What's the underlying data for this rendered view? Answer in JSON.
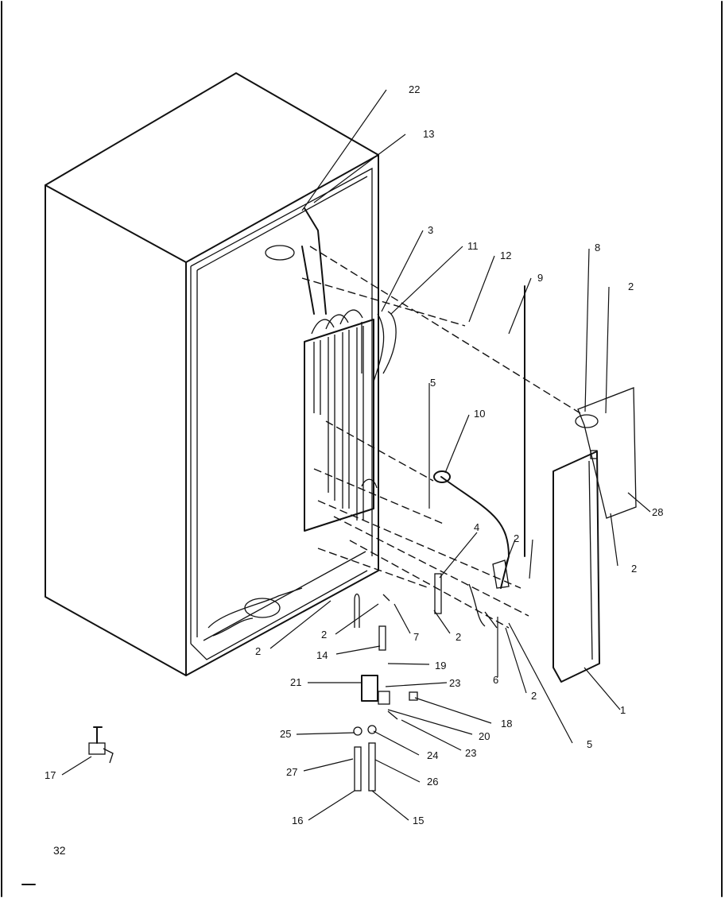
{
  "page_number": "32",
  "callouts": [
    {
      "id": "c22",
      "text": "22"
    },
    {
      "id": "c13",
      "text": "13"
    },
    {
      "id": "c3",
      "text": "3"
    },
    {
      "id": "c11",
      "text": "11"
    },
    {
      "id": "c12",
      "text": "12"
    },
    {
      "id": "c9",
      "text": "9"
    },
    {
      "id": "c8",
      "text": "8"
    },
    {
      "id": "c2a",
      "text": "2"
    },
    {
      "id": "c5a",
      "text": "5"
    },
    {
      "id": "c10",
      "text": "10"
    },
    {
      "id": "c28",
      "text": "28"
    },
    {
      "id": "c4",
      "text": "4"
    },
    {
      "id": "c2b",
      "text": "2"
    },
    {
      "id": "c2c",
      "text": "2"
    },
    {
      "id": "c2d",
      "text": "2"
    },
    {
      "id": "c7",
      "text": "7"
    },
    {
      "id": "c2e",
      "text": "2"
    },
    {
      "id": "c2f",
      "text": "2"
    },
    {
      "id": "c6",
      "text": "6"
    },
    {
      "id": "c2g",
      "text": "2"
    },
    {
      "id": "c14",
      "text": "14"
    },
    {
      "id": "c19",
      "text": "19"
    },
    {
      "id": "c21",
      "text": "21"
    },
    {
      "id": "c23a",
      "text": "23"
    },
    {
      "id": "c18",
      "text": "18"
    },
    {
      "id": "c20",
      "text": "20"
    },
    {
      "id": "c23b",
      "text": "23"
    },
    {
      "id": "c5b",
      "text": "5"
    },
    {
      "id": "c1",
      "text": "1"
    },
    {
      "id": "c25",
      "text": "25"
    },
    {
      "id": "c24",
      "text": "24"
    },
    {
      "id": "c27",
      "text": "27"
    },
    {
      "id": "c26",
      "text": "26"
    },
    {
      "id": "c16",
      "text": "16"
    },
    {
      "id": "c15",
      "text": "15"
    },
    {
      "id": "c17",
      "text": "17"
    }
  ]
}
